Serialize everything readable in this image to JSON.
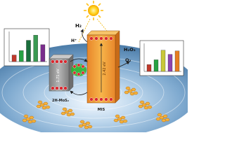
{
  "labels": {
    "h2": "H₂",
    "o2": "O₂",
    "h2o2": "H₂O₂",
    "h_plus": "H⁺",
    "mos2": "2H-MoS₂",
    "mis": "MIS",
    "gap_mos2": "1.71 eV",
    "gap_mis": "2.42 eV"
  },
  "colors": {
    "sun": "#ffd21f",
    "sun_core": "#ffe866",
    "water_light": "#eaf3fb",
    "water_mid": "#a9c9e4",
    "water_dark": "#5f8fb8",
    "mos2_block": "#9a9a9a",
    "mis_block": "#f2a23a",
    "mis_block_dark": "#e8862a",
    "electron": "#d9282f",
    "crystal": "#f4b23c",
    "green_particle": "#2fb52f"
  },
  "chart_data": [
    {
      "type": "bar",
      "categories": [
        "",
        "",
        "",
        "",
        ""
      ],
      "series": [
        {
          "values": [
            18,
            30,
            58,
            72,
            46
          ]
        }
      ],
      "bar_colors": [
        "#c0392b",
        "#27a243",
        "#1a6e3c",
        "#3a9a52",
        "#7a2d8c"
      ],
      "note": "left inset bar chart, values estimated",
      "ylim": [
        0,
        80
      ]
    },
    {
      "type": "bar",
      "categories": [
        "",
        "",
        "",
        "",
        ""
      ],
      "series": [
        {
          "values": [
            20,
            34,
            62,
            50,
            60
          ]
        }
      ],
      "bar_colors": [
        "#c0392b",
        "#27a243",
        "#c8c83a",
        "#8e44ad",
        "#e67e22"
      ],
      "note": "right inset bar chart, values estimated",
      "ylim": [
        0,
        80
      ]
    }
  ]
}
